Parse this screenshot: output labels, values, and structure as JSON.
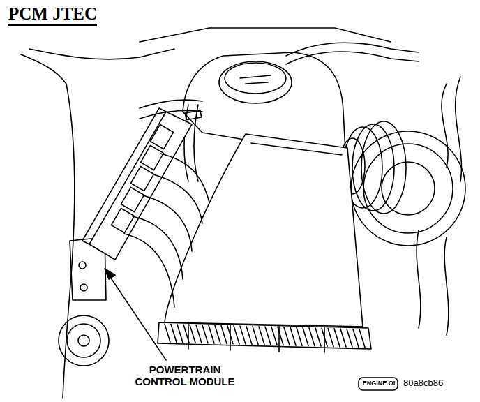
{
  "diagram": {
    "title": "PCM JTEC",
    "labels": [
      "POWERTRAIN CONTROL MODULE",
      "ENGINE OI",
      "80a8cb86"
    ]
  }
}
